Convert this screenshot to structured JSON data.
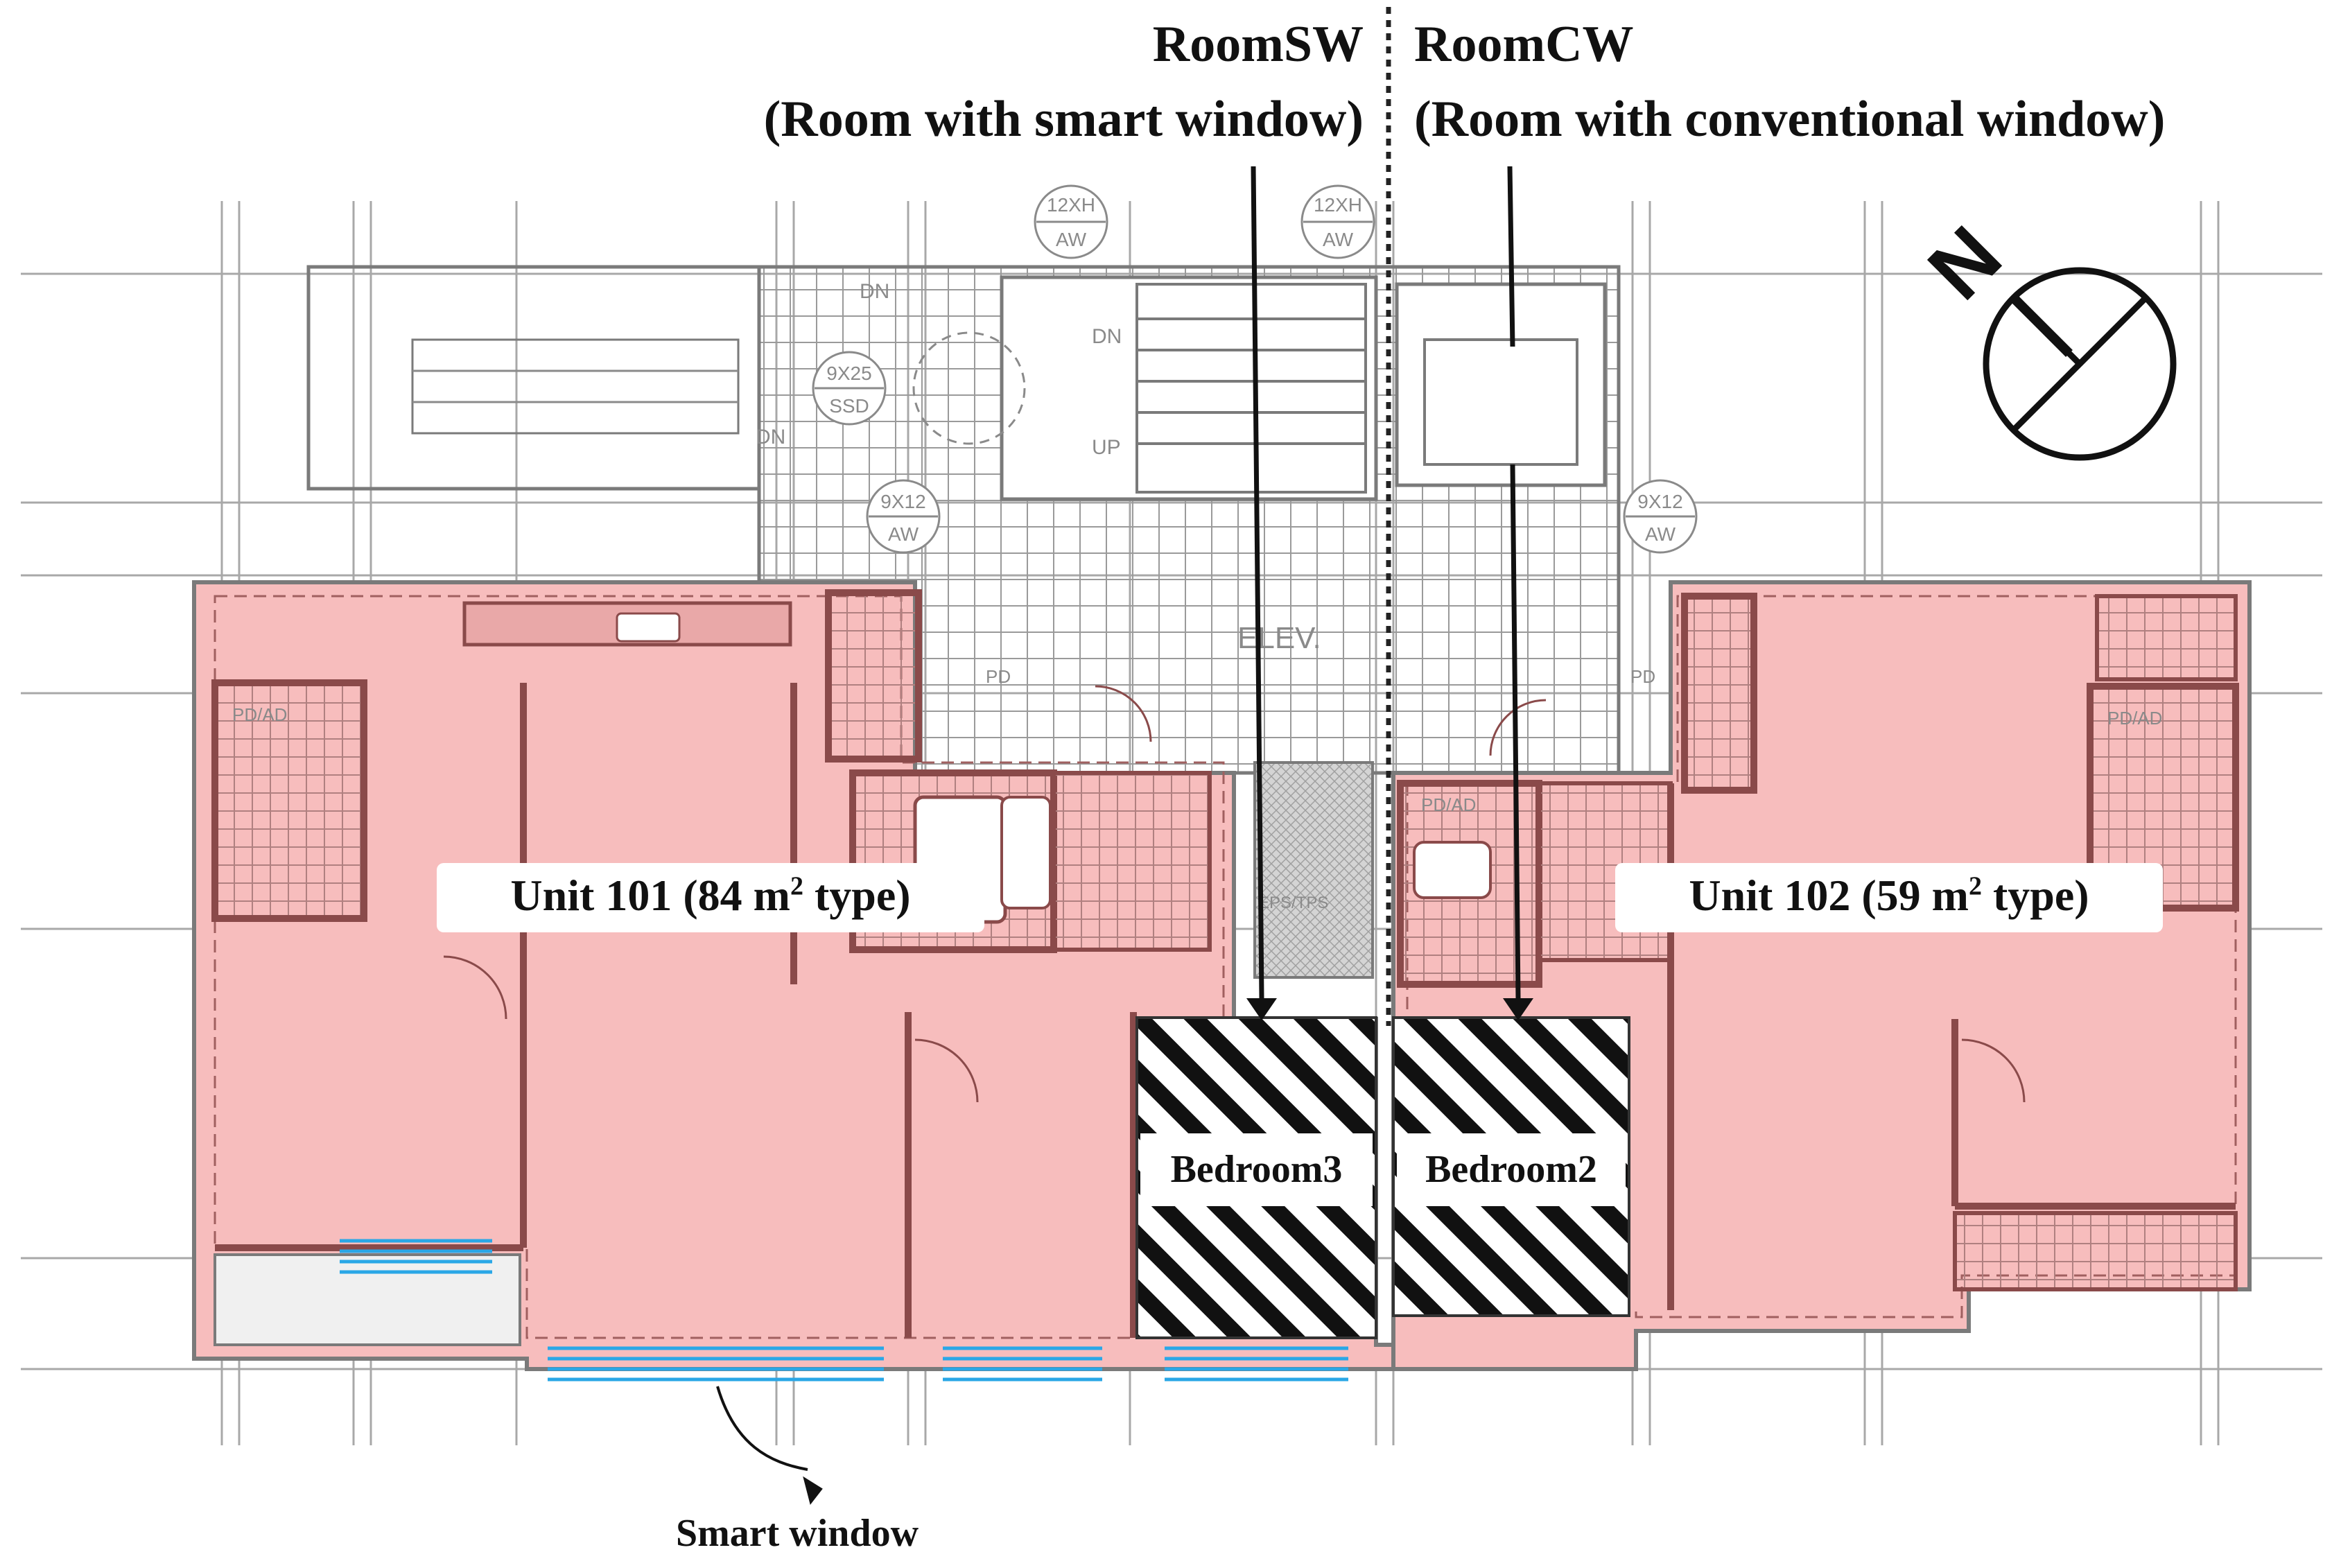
{
  "header": {
    "left_title": "RoomSW",
    "left_subtitle": "(Room with smart window)",
    "right_title": "RoomCW",
    "right_subtitle": "(Room with conventional window)"
  },
  "units": {
    "unit_101": {
      "prefix": "Unit 101 (84 m",
      "sup": "2",
      "suffix": " type)"
    },
    "unit_102": {
      "prefix": "Unit 102 (59 m",
      "sup": "2",
      "suffix": " type)"
    }
  },
  "rooms": {
    "bedroom3": "Bedroom3",
    "bedroom2": "Bedroom2"
  },
  "caption": {
    "smart_window": "Smart window"
  },
  "compass": {
    "north": "N"
  },
  "plan_marks": {
    "stair_dn_left": "DN",
    "stair_dn_top": "DN",
    "stair_dn_center": "DN",
    "stair_up": "UP",
    "door_tag_1_top": "9X25",
    "door_tag_1_bottom": "SSD",
    "door_tag_2_top": "9X12",
    "door_tag_2_bottom": "AW",
    "door_tag_3_top": "9X12",
    "door_tag_3_bottom": "AW",
    "door_tag_4_top": "12XH",
    "door_tag_4_bottom": "AW",
    "door_tag_5_top": "12XH",
    "door_tag_5_bottom": "AW",
    "elevator": "ELEV.",
    "shaft": "EPS/TPS",
    "pd_1": "PD",
    "pd_2": "PD",
    "ad_1": "PD/AD",
    "ad_2": "PD/AD",
    "ad_3": "PD/AD"
  },
  "colors": {
    "unit_fill": "#f7bdbd",
    "wall": "#8a4a4a",
    "grid_line": "#9a9a9a",
    "smart_window": "#2aa7e6",
    "hatch": "#111111",
    "text": "#111111"
  }
}
